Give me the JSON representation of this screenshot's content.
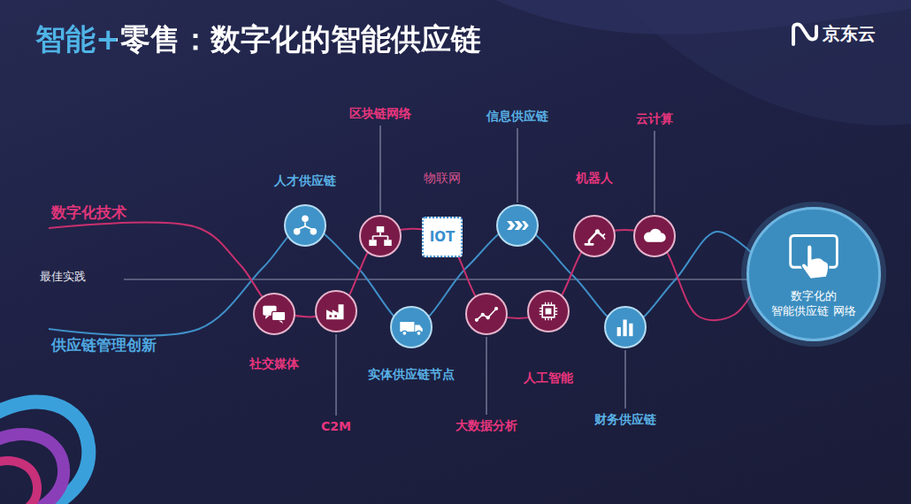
{
  "diagram": {
    "title": "智能+零售：数字化的智能供应链",
    "nodes": [
      {
        "text": [
          "人才供应链"
        ]
      },
      {
        "text": [
          "社交媒体"
        ]
      },
      {
        "text": [
          "C2M"
        ]
      },
      {
        "text": [
          "区块链网络"
        ]
      },
      {
        "text": [
          "物联网"
        ]
      },
      {
        "text": [
          "实体供应链节点"
        ]
      },
      {
        "text": [
          "大数据分析"
        ]
      },
      {
        "text": [
          "信息供应链"
        ]
      },
      {
        "text": [
          "人工智能"
        ]
      },
      {
        "text": [
          "机器人"
        ]
      },
      {
        "text": [
          "财务供应链"
        ]
      },
      {
        "text": [
          "云计算"
        ]
      },
      {
        "text": [
          "数字化的 智能供应链 网络"
        ]
      }
    ],
    "labels": [
      "京东云",
      "数字化技术",
      "最佳实践",
      "供应链管理创新",
      "IOT"
    ]
  }
}
